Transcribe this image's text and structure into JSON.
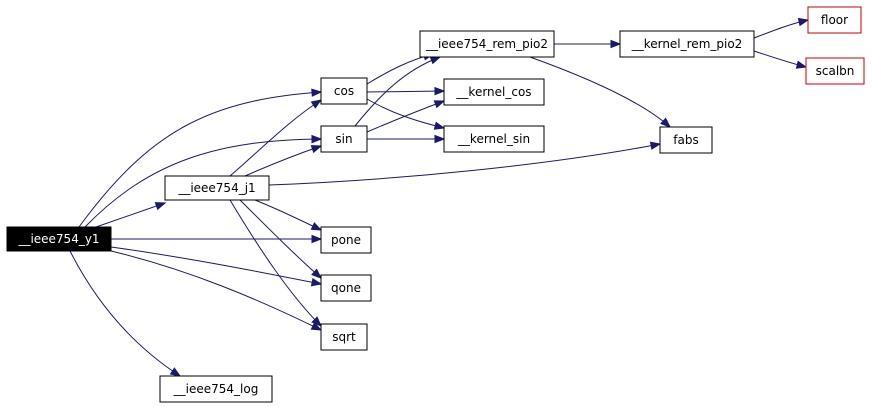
{
  "graph": {
    "colors": {
      "edge": "#191970",
      "focus_fill": "#000000",
      "focus_text": "#ffffff",
      "node_border": "#000000",
      "external_border": "#cc0000"
    },
    "nodes": [
      {
        "id": "y1",
        "label": "__ieee754_y1",
        "style": "focus"
      },
      {
        "id": "j1",
        "label": "__ieee754_j1",
        "style": "normal"
      },
      {
        "id": "log",
        "label": "__ieee754_log",
        "style": "normal"
      },
      {
        "id": "cos",
        "label": "cos",
        "style": "normal"
      },
      {
        "id": "sin",
        "label": "sin",
        "style": "normal"
      },
      {
        "id": "pone",
        "label": "pone",
        "style": "normal"
      },
      {
        "id": "qone",
        "label": "qone",
        "style": "normal"
      },
      {
        "id": "sqrt",
        "label": "sqrt",
        "style": "normal"
      },
      {
        "id": "rem",
        "label": "__ieee754_rem_pio2",
        "style": "normal"
      },
      {
        "id": "kcos",
        "label": "__kernel_cos",
        "style": "normal"
      },
      {
        "id": "ksin",
        "label": "__kernel_sin",
        "style": "normal"
      },
      {
        "id": "krem",
        "label": "__kernel_rem_pio2",
        "style": "normal"
      },
      {
        "id": "fabs",
        "label": "fabs",
        "style": "normal"
      },
      {
        "id": "floor",
        "label": "floor",
        "style": "external"
      },
      {
        "id": "scalbn",
        "label": "scalbn",
        "style": "external"
      }
    ],
    "edges": [
      {
        "from": "y1",
        "to": "cos"
      },
      {
        "from": "y1",
        "to": "sin"
      },
      {
        "from": "y1",
        "to": "j1"
      },
      {
        "from": "y1",
        "to": "pone"
      },
      {
        "from": "y1",
        "to": "qone"
      },
      {
        "from": "y1",
        "to": "sqrt"
      },
      {
        "from": "y1",
        "to": "log"
      },
      {
        "from": "j1",
        "to": "cos"
      },
      {
        "from": "j1",
        "to": "sin"
      },
      {
        "from": "j1",
        "to": "fabs"
      },
      {
        "from": "j1",
        "to": "pone"
      },
      {
        "from": "j1",
        "to": "qone"
      },
      {
        "from": "j1",
        "to": "sqrt"
      },
      {
        "from": "cos",
        "to": "rem"
      },
      {
        "from": "cos",
        "to": "kcos"
      },
      {
        "from": "cos",
        "to": "ksin"
      },
      {
        "from": "sin",
        "to": "rem"
      },
      {
        "from": "sin",
        "to": "kcos"
      },
      {
        "from": "sin",
        "to": "ksin"
      },
      {
        "from": "rem",
        "to": "krem"
      },
      {
        "from": "rem",
        "to": "fabs"
      },
      {
        "from": "krem",
        "to": "floor"
      },
      {
        "from": "krem",
        "to": "scalbn"
      }
    ]
  }
}
